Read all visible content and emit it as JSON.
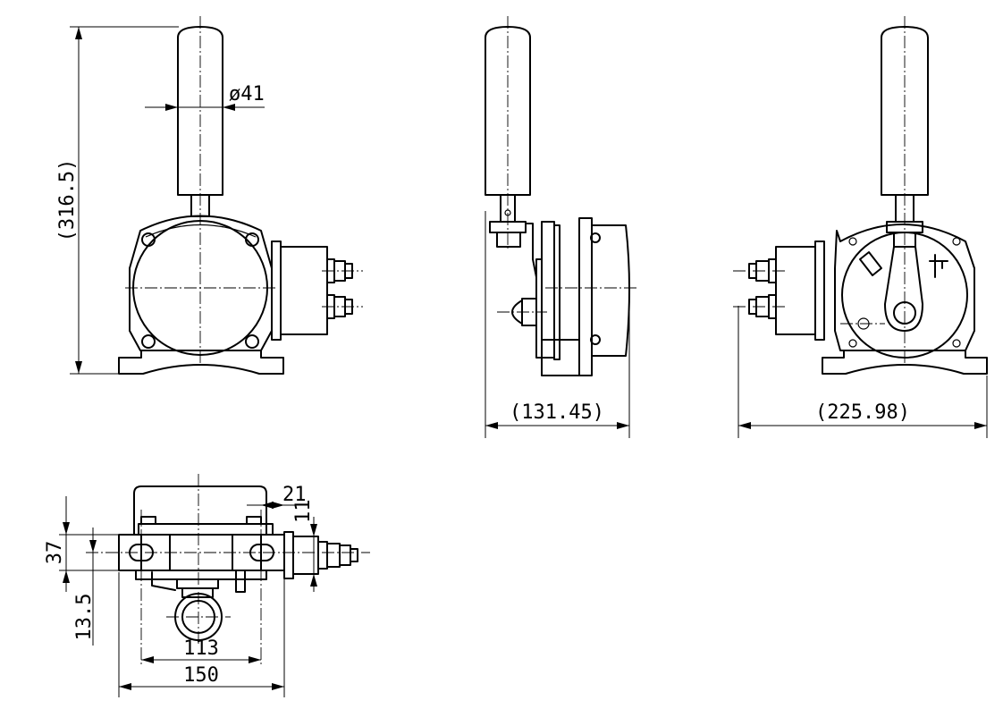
{
  "dimensions": {
    "handle_diameter": "ø41",
    "overall_height": "(316.5)",
    "side_width": "(131.45)",
    "rear_width": "(225.98)",
    "offset_21": "21",
    "offset_11": "11",
    "depth_37": "37",
    "depth_13_5": "13.5",
    "hole_spacing": "113",
    "base_width": "150"
  }
}
